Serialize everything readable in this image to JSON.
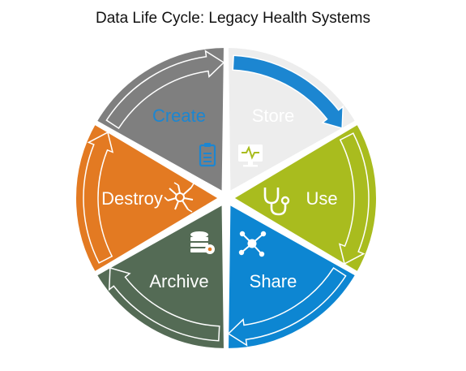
{
  "title": "Data Life Cycle: Legacy Health Systems",
  "segments": [
    {
      "label": "Create",
      "color": "#EDEDED",
      "text_color": "#1C86D1",
      "icon": "clipboard-icon"
    },
    {
      "label": "Store",
      "color": "#A9BC1E",
      "text_color": "#ffffff",
      "icon": "monitor-heartbeat-icon"
    },
    {
      "label": "Use",
      "color": "#0D86D2",
      "text_color": "#ffffff",
      "icon": "stethoscope-icon"
    },
    {
      "label": "Share",
      "color": "#546B55",
      "text_color": "#ffffff",
      "icon": "network-icon"
    },
    {
      "label": "Archive",
      "color": "#E37A22",
      "text_color": "#ffffff",
      "icon": "database-gear-icon"
    },
    {
      "label": "Destroy",
      "color": "#7F7F7F",
      "text_color": "#ffffff",
      "icon": "shatter-icon"
    }
  ],
  "arrow_colors": [
    "#1C86D1",
    "#A9BC1E",
    "#0D86D2",
    "#546B55",
    "#E37A22",
    "#7F7F7F"
  ]
}
